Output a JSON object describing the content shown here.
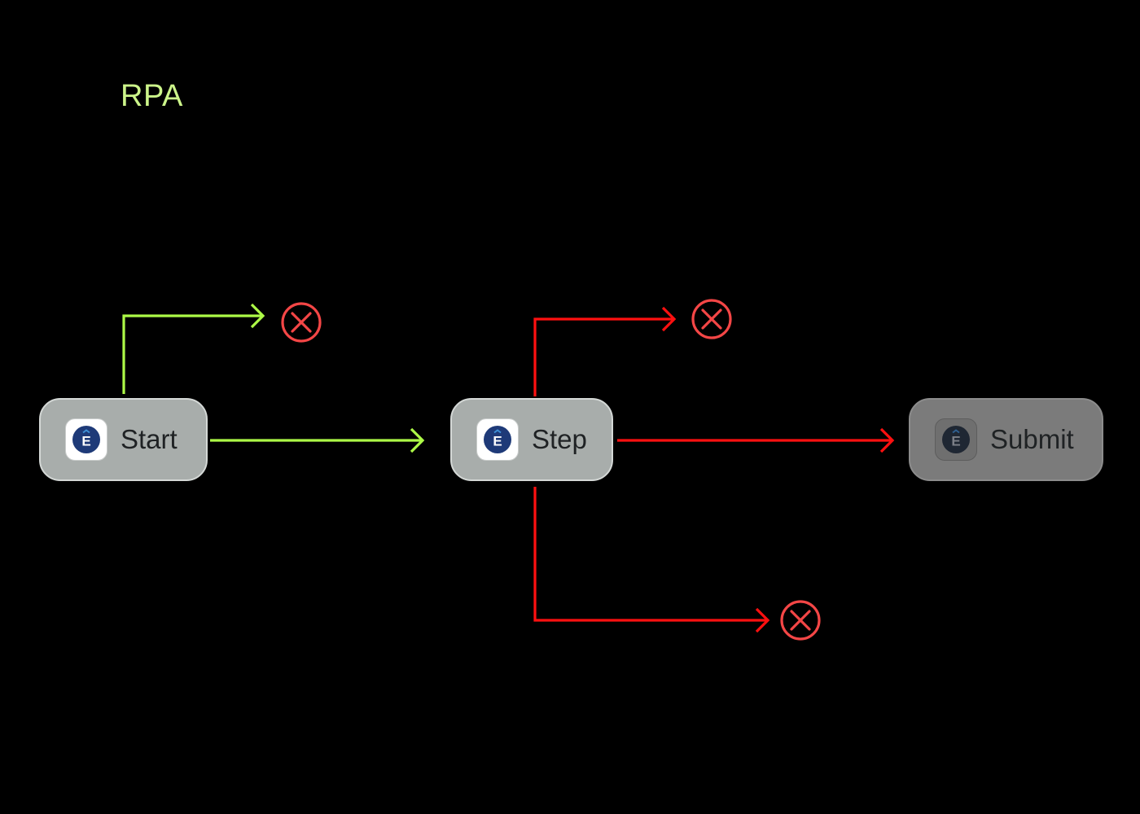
{
  "title": "RPA",
  "colors": {
    "background": "#000000",
    "title": "#ccf58a",
    "success_path": "#adfa47",
    "failure_path": "#ff1010",
    "error_marker": "#f44646",
    "node_active_fill": "#a8adab",
    "node_inactive_fill": "#7b7b7b",
    "logo_navy": "#1e3a78",
    "logo_accent": "#3d8fd6"
  },
  "nodes": [
    {
      "id": "start",
      "label": "Start",
      "icon": "e-logo-icon",
      "state": "active"
    },
    {
      "id": "step",
      "label": "Step",
      "icon": "e-logo-icon",
      "state": "active"
    },
    {
      "id": "submit",
      "label": "Submit",
      "icon": "e-logo-icon",
      "state": "inactive"
    }
  ],
  "logo_letter": "E",
  "edges": [
    {
      "from": "start",
      "to": "error-1",
      "status": "success"
    },
    {
      "from": "start",
      "to": "step",
      "status": "success"
    },
    {
      "from": "step",
      "to": "error-2",
      "status": "failure"
    },
    {
      "from": "step",
      "to": "submit",
      "status": "failure"
    },
    {
      "from": "step",
      "to": "error-3",
      "status": "failure"
    }
  ],
  "error_markers": [
    {
      "id": "error-1",
      "icon": "error-x-icon"
    },
    {
      "id": "error-2",
      "icon": "error-x-icon"
    },
    {
      "id": "error-3",
      "icon": "error-x-icon"
    }
  ]
}
